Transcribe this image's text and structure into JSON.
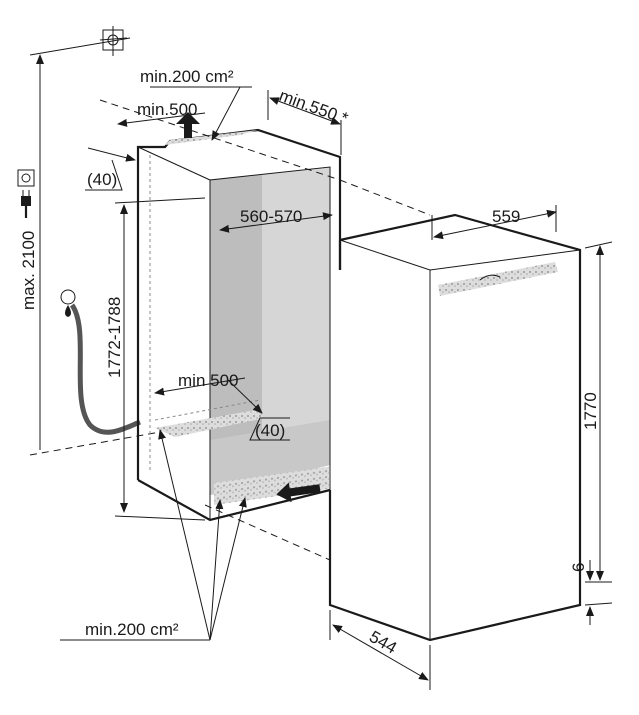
{
  "labels": {
    "top_vent_area": "min.200 cm²",
    "top_width": "min.500",
    "depth_min": "min.550 *",
    "top_gap": "(40)",
    "max_height": "max. 2100",
    "niche_width": "560-570",
    "niche_height": "1772-1788",
    "appliance_width": "559",
    "appliance_height": "1770",
    "bottom_width": "min 500",
    "bottom_gap": "(40)",
    "plinth": "6",
    "appliance_depth": "544",
    "bottom_vent_area": "min.200 cm²"
  }
}
